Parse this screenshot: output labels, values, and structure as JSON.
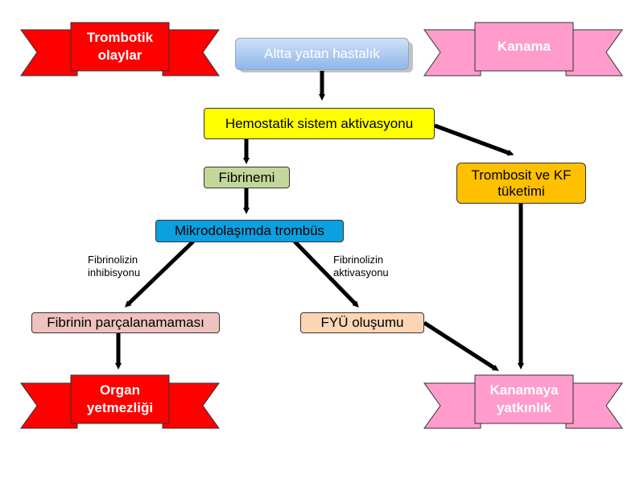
{
  "banners": {
    "thrombotic": "Trombotik\nolaylar",
    "bleeding": "Kanama",
    "organ_failure": "Organ\nyetmezliği",
    "bleeding_tendency": "Kanamaya\nyatkınlık"
  },
  "nodes": {
    "underlying_disease": "Altta yatan hastalık",
    "hemostatic_activation": "Hemostatik sistem aktivasyonu",
    "fibrinemia": "Fibrinemi",
    "microcirculation_thrombus": "Mikrodolaşımda trombüs",
    "platelet_consumption": "Trombosit ve KF\ntüketimi",
    "fibrin_not_degraded": "Fibrinin parçalanamaması",
    "fdp_formation": "FYÜ oluşumu"
  },
  "edge_labels": {
    "fibrinolysis_inhibition": "Fibrinolizin\ninhibisyonu",
    "fibrinolysis_activation": "Fibrinolizin\naktivasyonu"
  },
  "colors": {
    "banner_red": "#ff0000",
    "banner_pink": "#ff9ccc",
    "underlying": "#a8c8f0",
    "hemostatic": "#ffff00",
    "fibrinemia": "#c4d79b",
    "thrombus": "#0ba0e0",
    "platelet": "#ffc000",
    "fibrin_not_degraded": "#efc2c0",
    "fdp": "#fcd5b4"
  }
}
